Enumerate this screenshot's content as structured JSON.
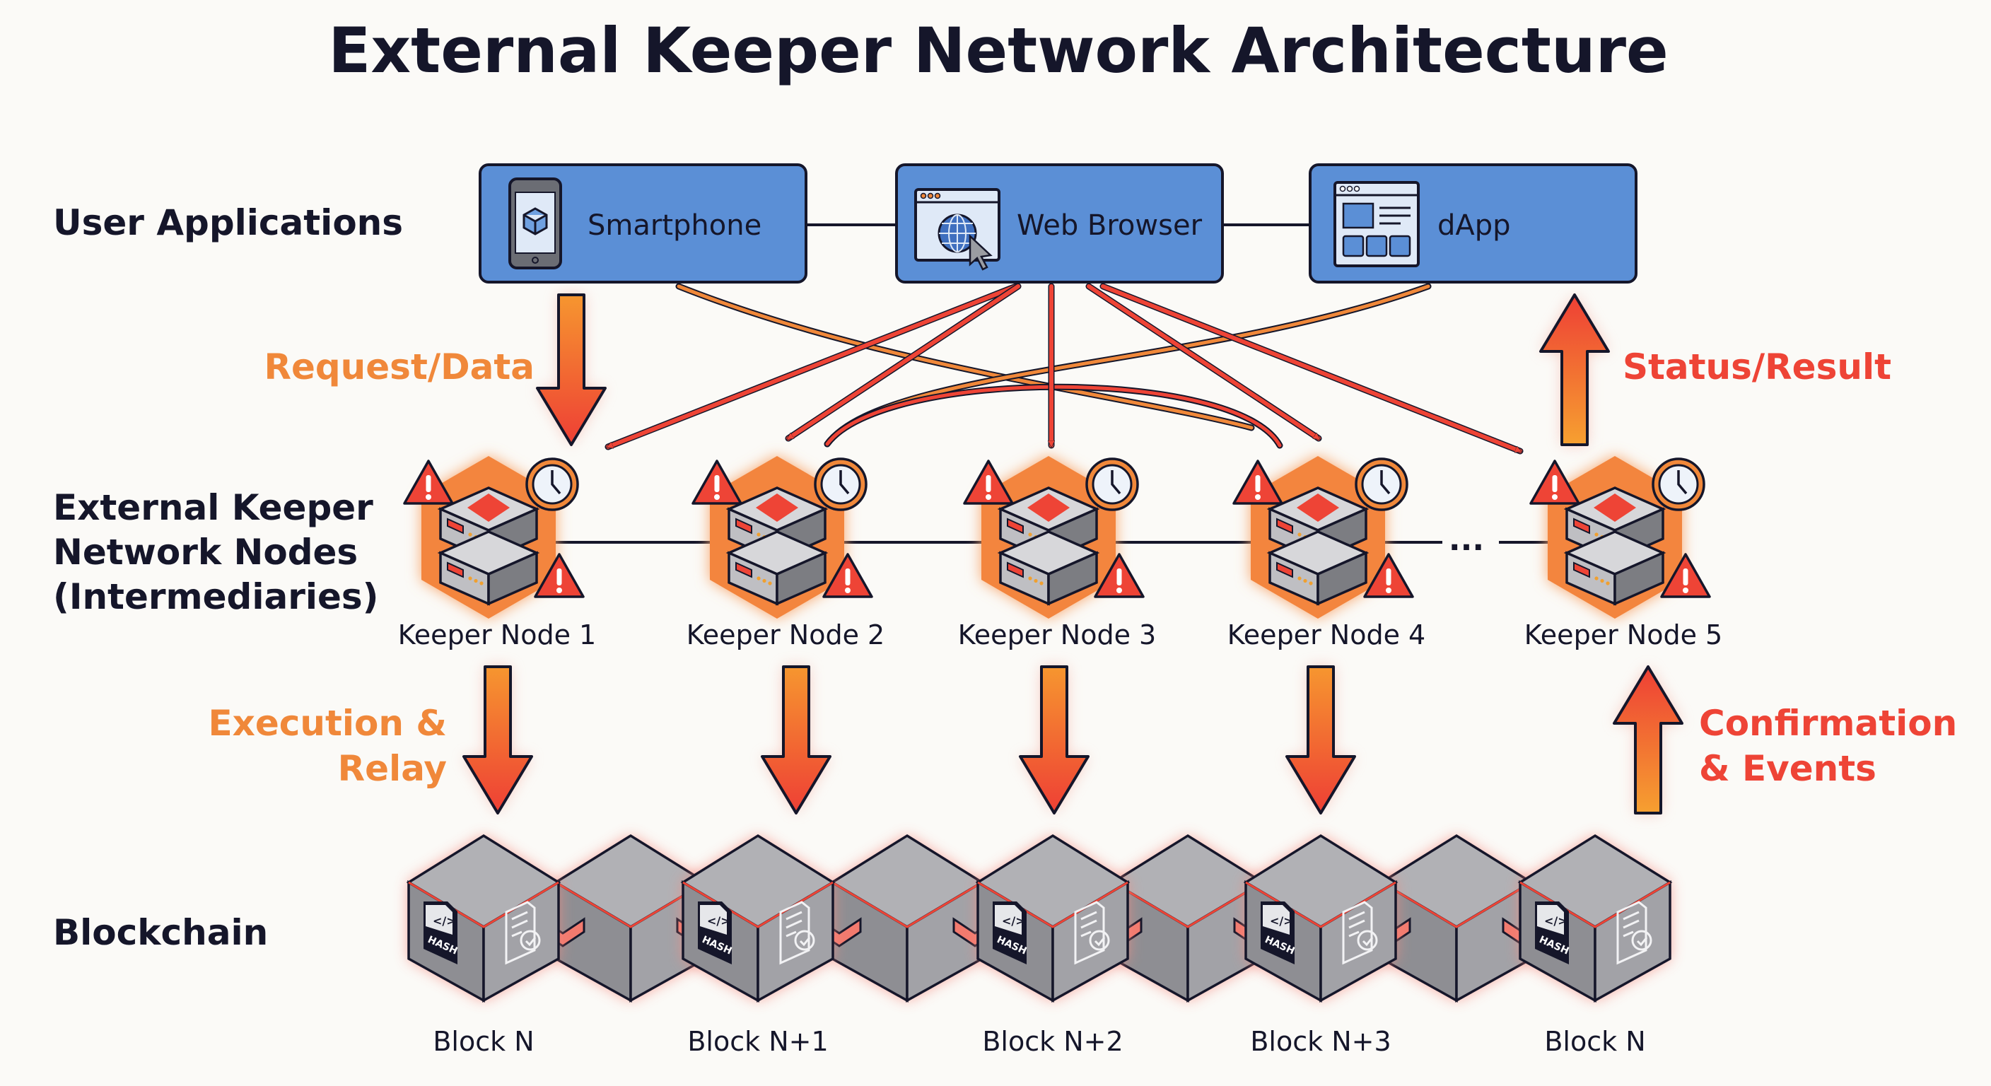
{
  "title": "External Keeper Network Architecture",
  "rows": {
    "user_apps": "User Applications",
    "keeper_nodes": [
      "External Keeper",
      "Network Nodes",
      "(Intermediaries)"
    ],
    "blockchain": "Blockchain"
  },
  "apps": [
    {
      "label": "Smartphone",
      "icon": "smartphone-icon"
    },
    {
      "label": "Web Browser",
      "icon": "web-browser-icon"
    },
    {
      "label": "dApp",
      "icon": "dapp-window-icon"
    }
  ],
  "flows": {
    "request": "Request/Data",
    "status": "Status/Result",
    "execution": [
      "Execution &",
      "Relay"
    ],
    "confirmation": [
      "Confirmation",
      "& Events"
    ]
  },
  "nodes": [
    "Keeper Node 1",
    "Keeper Node 2",
    "Keeper Node 3",
    "Keeper Node 4",
    "Keeper Node 5"
  ],
  "node_ellipsis": "...",
  "blocks": [
    "Block N",
    "Block N+1",
    "Block N+2",
    "Block N+3",
    "Block N"
  ],
  "block_hash_label": "HASH",
  "colors": {
    "app_box": "#5b8fd6",
    "orange": "#f0883a",
    "red": "#ee4436",
    "ink": "#15162a",
    "cube": "#9a9a9e"
  }
}
